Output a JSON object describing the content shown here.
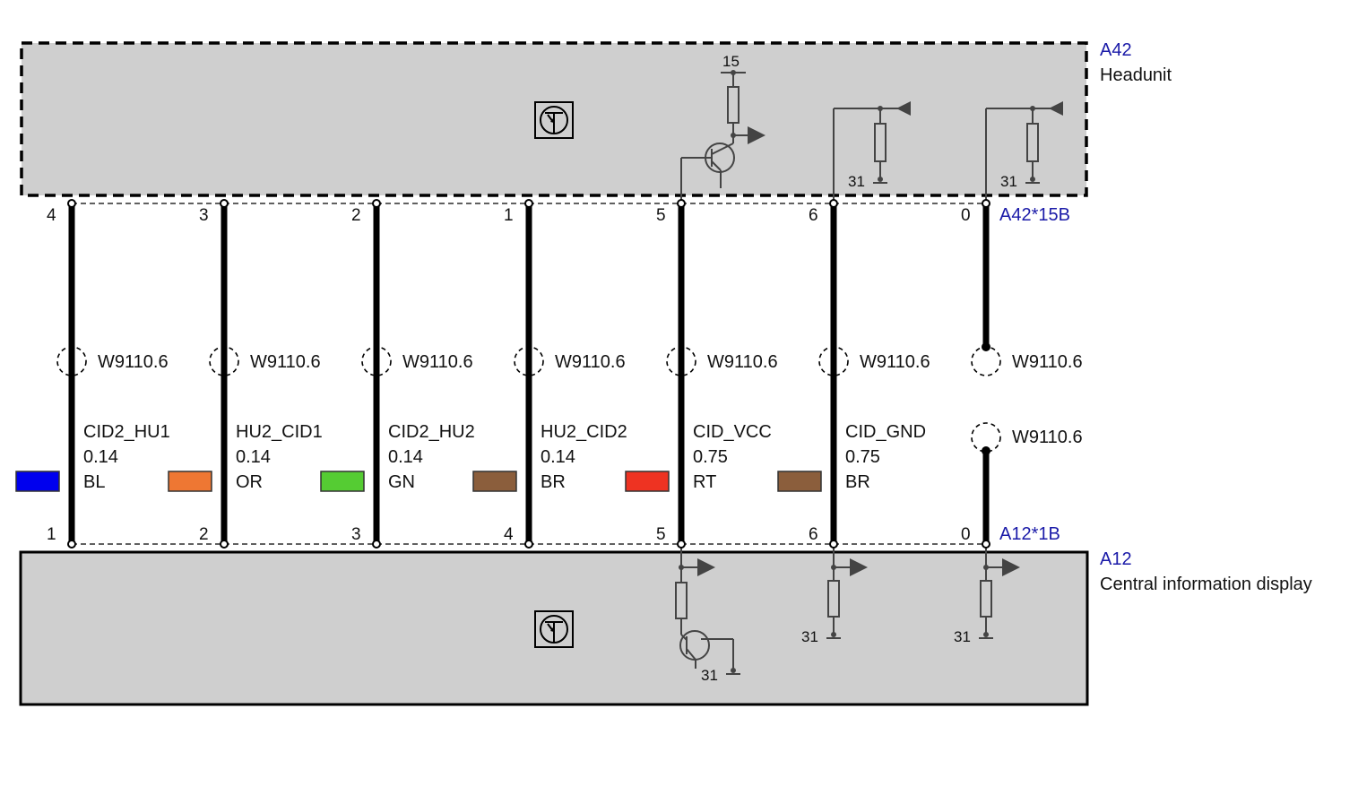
{
  "colors": {
    "box_fill": "#cfcfcf",
    "wire": "#000000",
    "label_blue": "#1a1aa8",
    "component": "#444444"
  },
  "top_module": {
    "id": "A42",
    "name": "Headunit",
    "connector": "A42*15B",
    "supply_label": "15",
    "ground_label": "31",
    "icon": "transistor-control-unit-icon"
  },
  "bottom_module": {
    "id": "A12",
    "name": "Central information display",
    "connector": "A12*1B",
    "ground_label": "31",
    "icon": "transistor-control-unit-icon"
  },
  "wires": [
    {
      "top_pin": "4",
      "bottom_pin": "1",
      "shield": "W9110.6",
      "signal": "CID2_HU1",
      "size": "0.14",
      "color_code": "BL",
      "swatch": "#0000ee"
    },
    {
      "top_pin": "3",
      "bottom_pin": "2",
      "shield": "W9110.6",
      "signal": "HU2_CID1",
      "size": "0.14",
      "color_code": "OR",
      "swatch": "#ee7733"
    },
    {
      "top_pin": "2",
      "bottom_pin": "3",
      "shield": "W9110.6",
      "signal": "CID2_HU2",
      "size": "0.14",
      "color_code": "GN",
      "swatch": "#55cc33"
    },
    {
      "top_pin": "1",
      "bottom_pin": "4",
      "shield": "W9110.6",
      "signal": "HU2_CID2",
      "size": "0.14",
      "color_code": "BR",
      "swatch": "#8b5e3c"
    },
    {
      "top_pin": "5",
      "bottom_pin": "5",
      "shield": "W9110.6",
      "signal": "CID_VCC",
      "size": "0.75",
      "color_code": "RT",
      "swatch": "#ee3322"
    },
    {
      "top_pin": "6",
      "bottom_pin": "6",
      "shield": "W9110.6",
      "signal": "CID_GND",
      "size": "0.75",
      "color_code": "BR",
      "swatch": "#8b5e3c"
    }
  ],
  "shield_wire": {
    "top_pin": "0",
    "bottom_pin": "0",
    "shield_upper": "W9110.6",
    "shield_lower": "W9110.6"
  }
}
